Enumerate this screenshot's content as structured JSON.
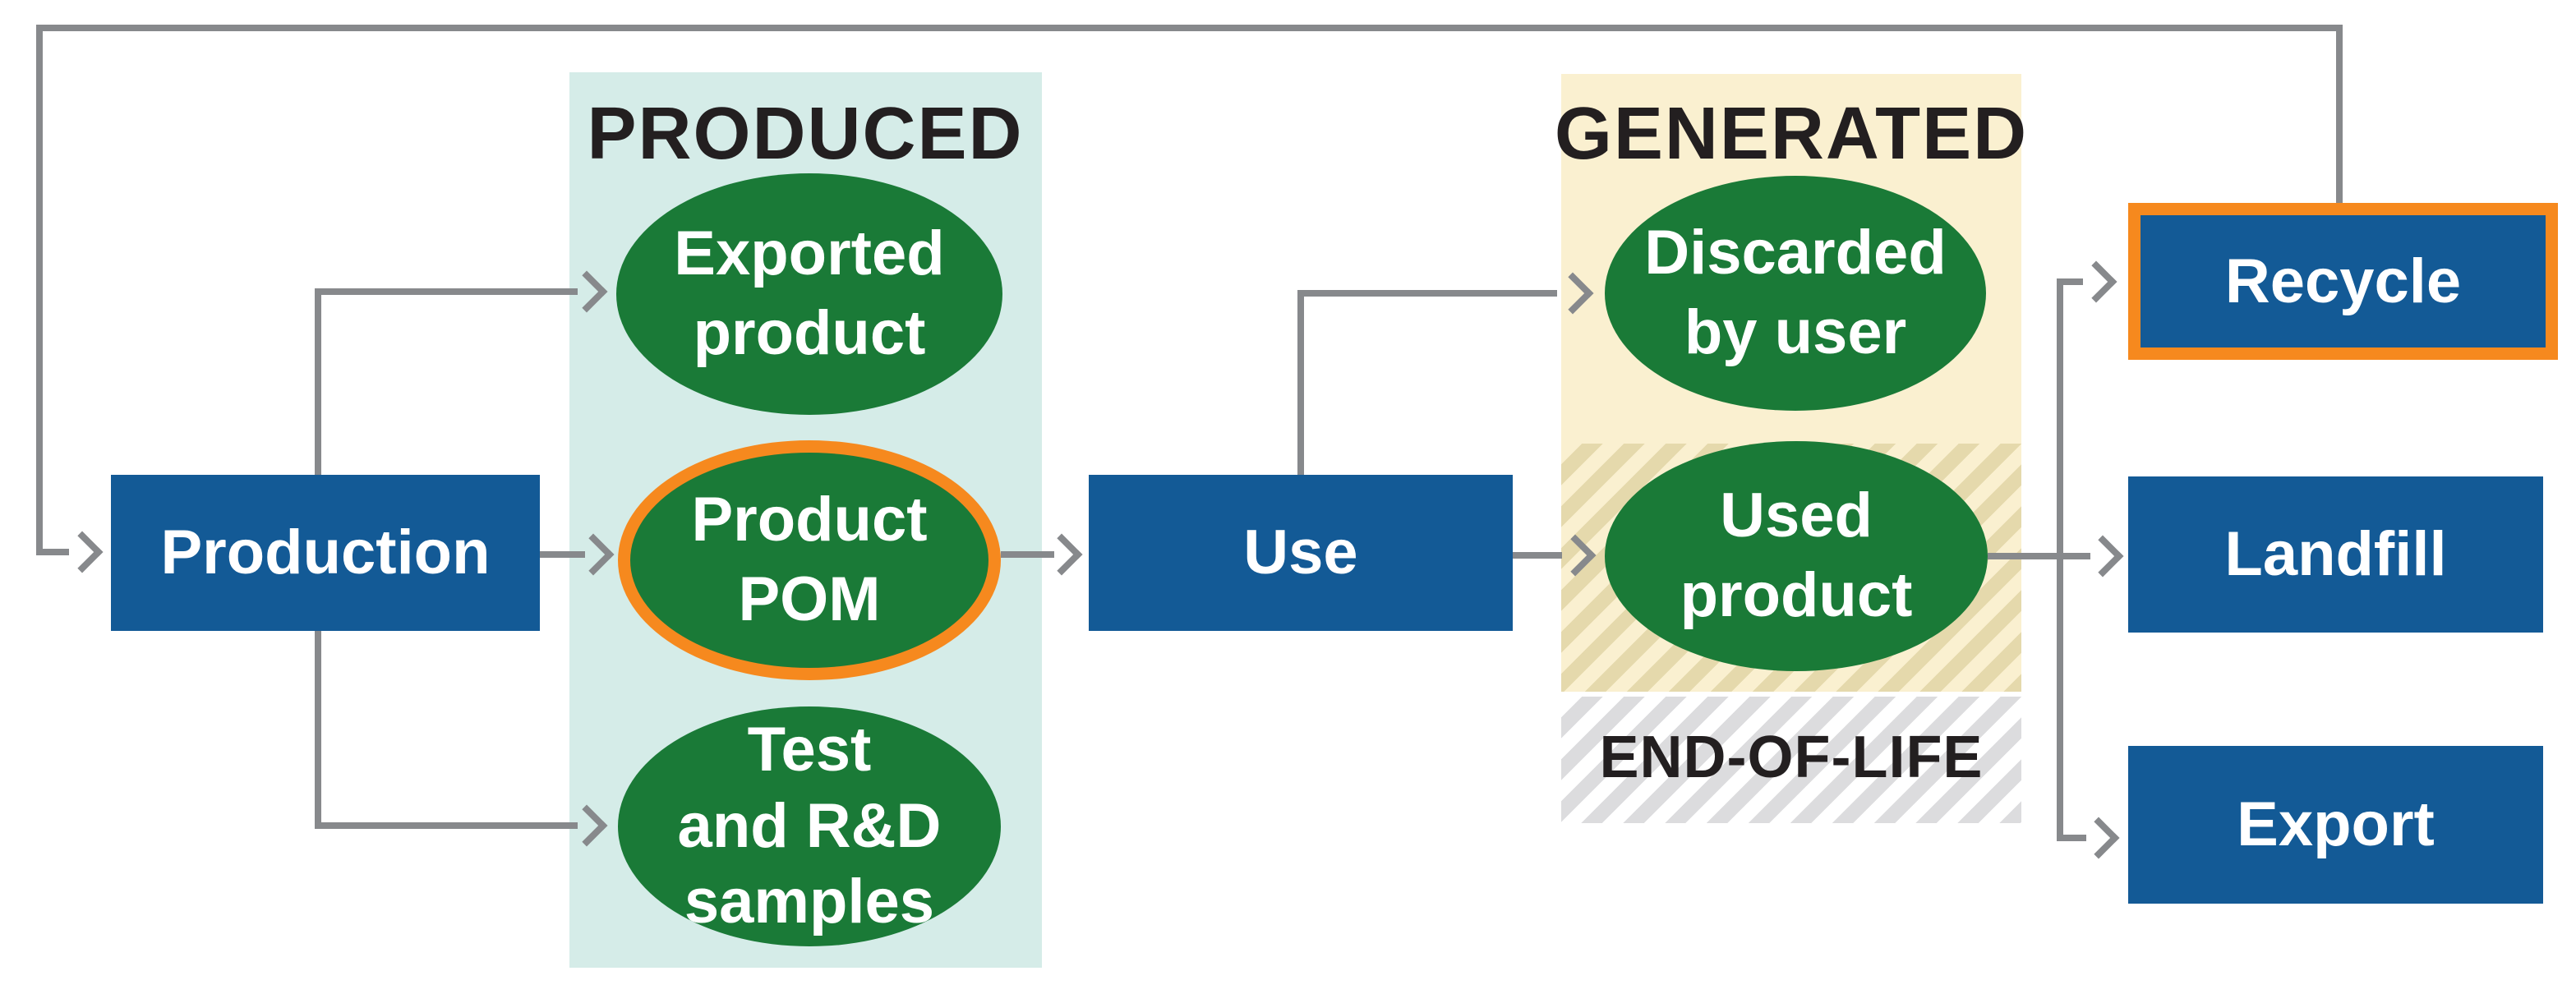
{
  "panels": {
    "produced_label": "PRODUCED",
    "generated_label": "GENERATED",
    "end_of_life_label": "END-OF-LIFE"
  },
  "stages": {
    "production": "Production",
    "use": "Use",
    "recycle": "Recycle",
    "landfill": "Landfill",
    "export": "Export"
  },
  "flows": {
    "exported_product": "Exported\nproduct",
    "product_pom": "Product\nPOM",
    "test_rd_samples": "Test\nand R&D\nsamples",
    "discarded_by_user": "Discarded\nby user",
    "used_product": "Used\nproduct"
  },
  "colors": {
    "box_blue": "#135a96",
    "ellipse_green": "#1a7a37",
    "highlight_orange": "#f6891e",
    "panel_teal": "#d5ece8",
    "panel_cream": "#faf0d0",
    "hatch_tan": "#e5d9ac",
    "hatch_gray": "#dcdcde",
    "connector_gray": "#87898c",
    "label_black": "#231f20"
  }
}
